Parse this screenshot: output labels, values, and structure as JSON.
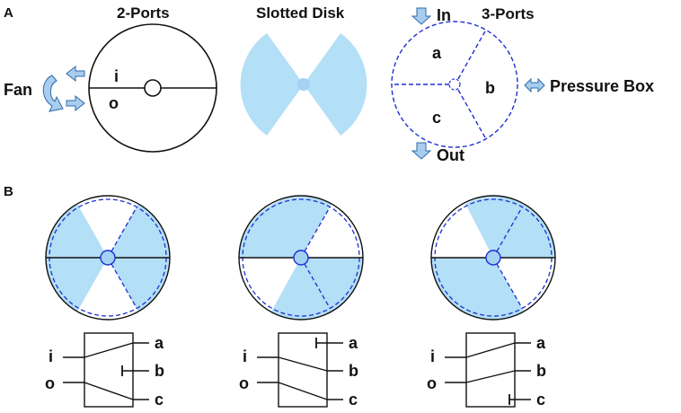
{
  "section_labels": {
    "a": "A",
    "b": "B"
  },
  "titles": {
    "two_ports": "2-Ports",
    "slotted_disk": "Slotted Disk",
    "three_ports": "3-Ports"
  },
  "fan_label": "Fan",
  "pressure_box_label": "Pressure Box",
  "flow_labels": {
    "in": "In",
    "out": "Out"
  },
  "two_port_labels": {
    "upper": "i",
    "lower": "o"
  },
  "three_port_labels": {
    "a": "a",
    "b": "b",
    "c": "c"
  },
  "schematics": [
    {
      "inputs": [
        "i",
        "o"
      ],
      "outputs": [
        "a",
        "b",
        "c"
      ],
      "blocked": "b"
    },
    {
      "inputs": [
        "i",
        "o"
      ],
      "outputs": [
        "a",
        "b",
        "c"
      ],
      "blocked": "a"
    },
    {
      "inputs": [
        "i",
        "o"
      ],
      "outputs": [
        "a",
        "b",
        "c"
      ],
      "blocked": "c"
    }
  ],
  "colors": {
    "slot_fill": "#b3dff7",
    "dashed_line": "#1f2fd0",
    "arrow_fill": "#a9cdef",
    "outline": "#111111"
  }
}
